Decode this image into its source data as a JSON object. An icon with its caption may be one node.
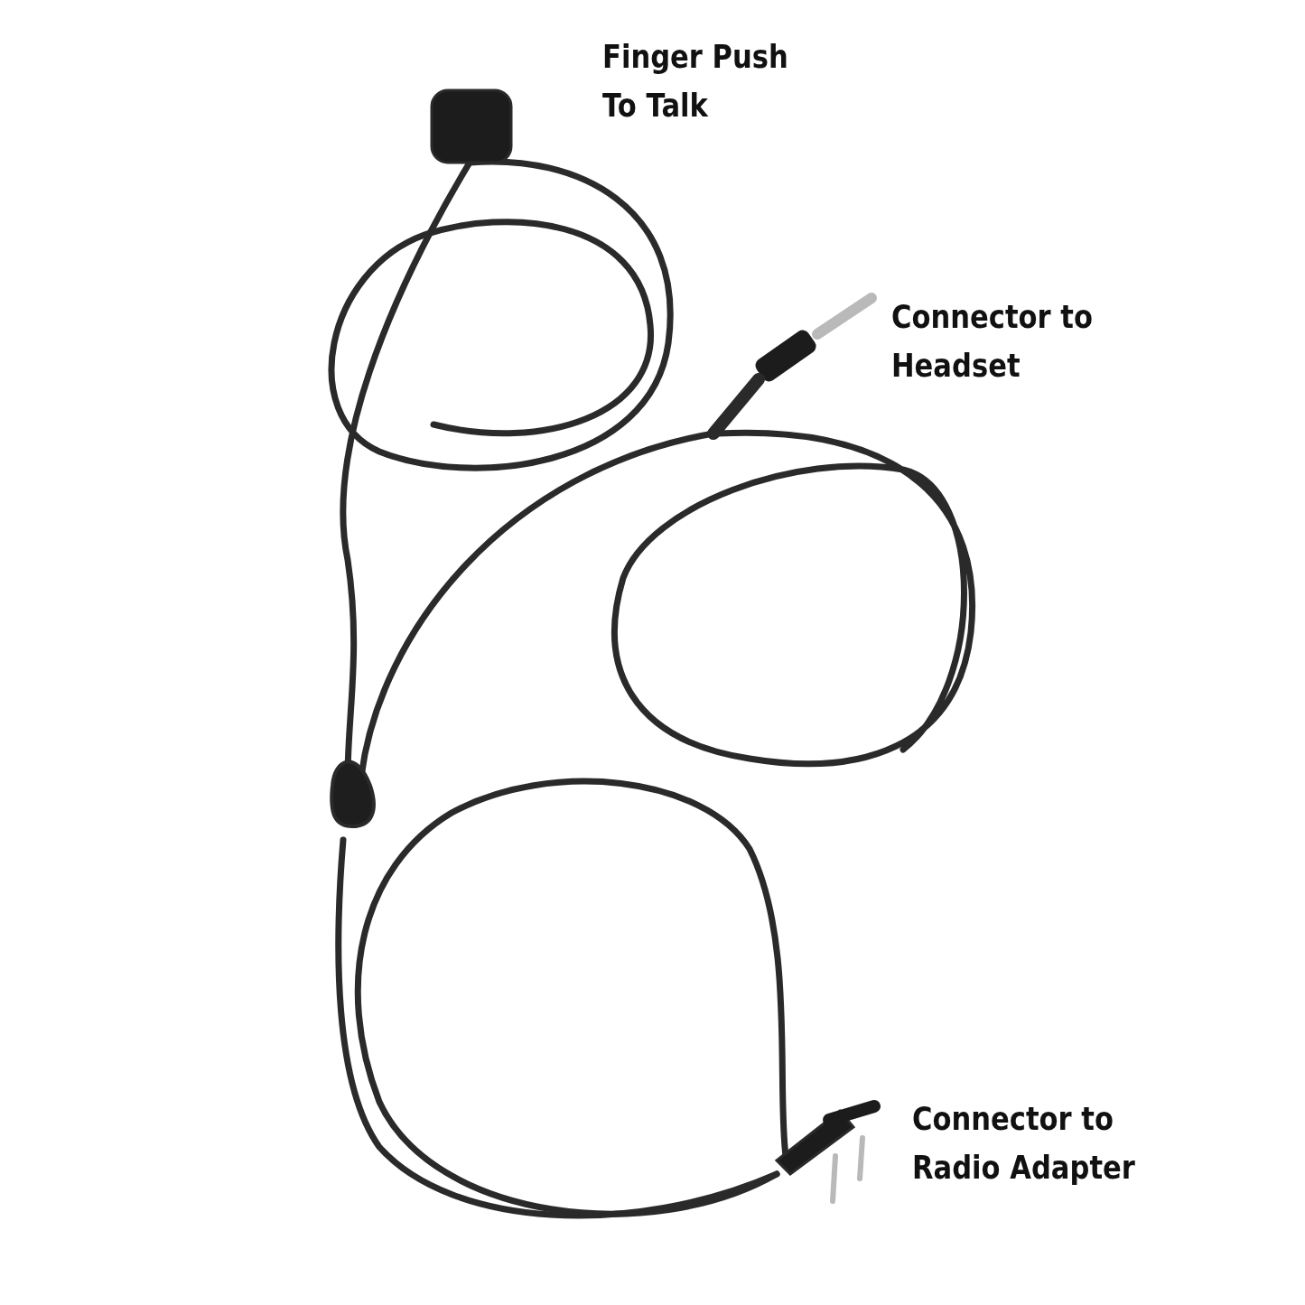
{
  "diagram": {
    "labels": [
      "Finger Push To Talk",
      "Connector to Headset",
      "Connector to Radio Adapter"
    ]
  }
}
